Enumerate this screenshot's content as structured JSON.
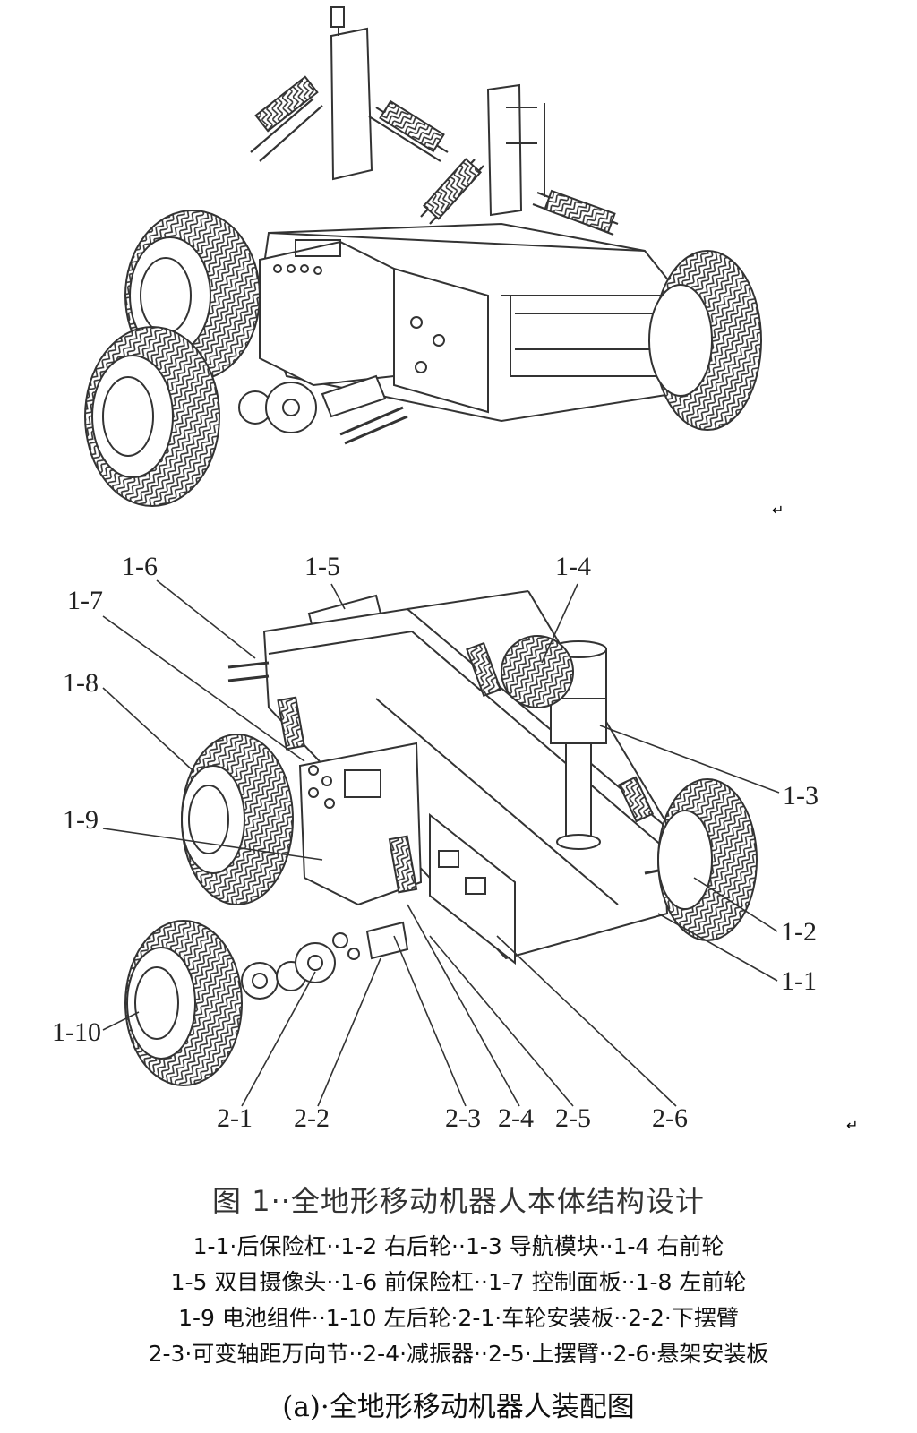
{
  "figure": {
    "title": "图 1··全地形移动机器人本体结构设计",
    "subcaption": "(a)·全地形移动机器人装配图",
    "paragraph_mark": "↵",
    "callouts": {
      "c1_1": "1-1",
      "c1_2": "1-2",
      "c1_3": "1-3",
      "c1_4": "1-4",
      "c1_5": "1-5",
      "c1_6": "1-6",
      "c1_7": "1-7",
      "c1_8": "1-8",
      "c1_9": "1-9",
      "c1_10": "1-10",
      "c2_1": "2-1",
      "c2_2": "2-2",
      "c2_3": "2-3",
      "c2_4": "2-4",
      "c2_5": "2-5",
      "c2_6": "2-6"
    },
    "legend": [
      "1-1·后保险杠··1-2 右后轮··1-3 导航模块··1-4 右前轮",
      "1-5 双目摄像头··1-6 前保险杠··1-7 控制面板··1-8 左前轮",
      "1-9 电池组件··1-10 左后轮·2-1·车轮安装板··2-2·下摆臂",
      "2-3·可变轴距万向节··2-4·减振器··2-5·上摆臂··2-6·悬架安装板"
    ]
  }
}
